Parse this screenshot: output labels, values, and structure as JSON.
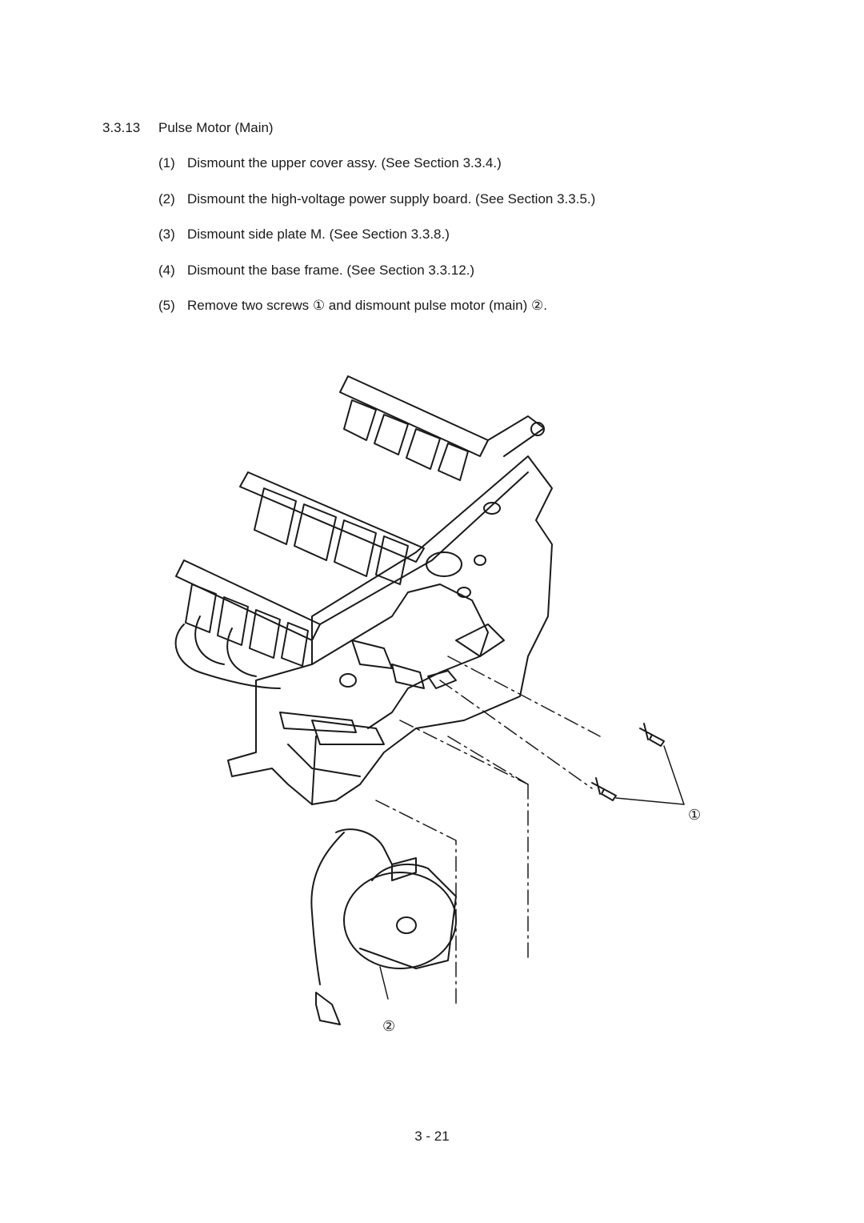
{
  "section": {
    "number": "3.3.13",
    "title": "Pulse Motor (Main)"
  },
  "steps": [
    {
      "num": "(1)",
      "text": "Dismount the upper cover assy.  (See Section 3.3.4.)"
    },
    {
      "num": "(2)",
      "text": "Dismount the high-voltage power supply board.  (See Section 3.3.5.)"
    },
    {
      "num": "(3)",
      "text": "Dismount side plate M.  (See Section 3.3.8.)"
    },
    {
      "num": "(4)",
      "text": "Dismount the base frame.  (See Section 3.3.12.)"
    },
    {
      "num": "(5)",
      "text": "Remove two screws ① and dismount pulse motor (main) ②."
    }
  ],
  "figure": {
    "callouts": [
      "①",
      "②"
    ]
  },
  "footer": {
    "page_number": "3 - 21"
  }
}
